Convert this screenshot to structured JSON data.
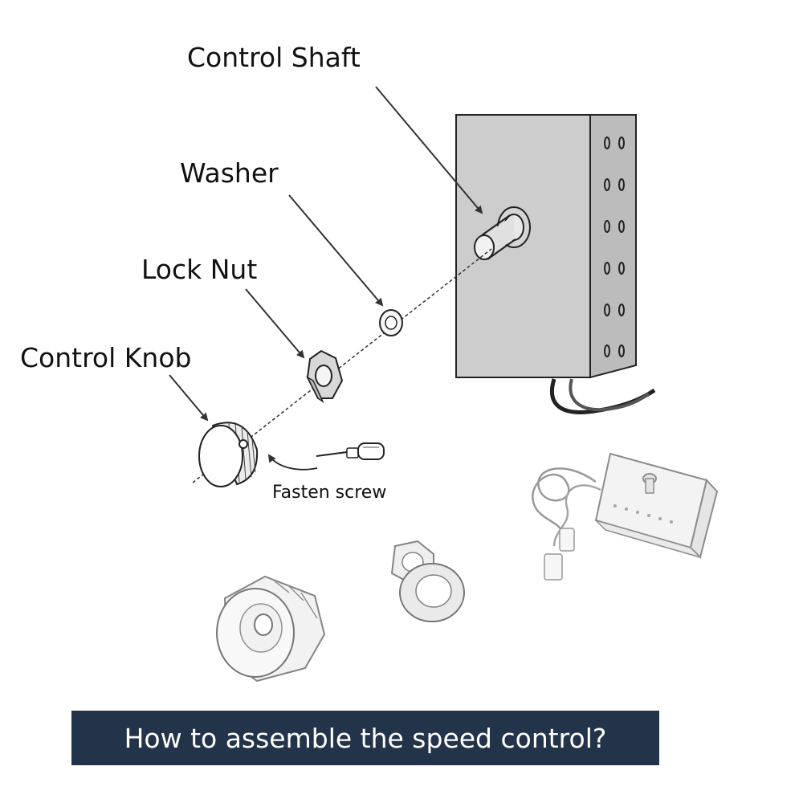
{
  "labels": {
    "control_shaft": "Control Shaft",
    "washer": "Washer",
    "lock_nut": "Lock Nut",
    "control_knob": "Control Knob",
    "fasten_screw": "Fasten screw"
  },
  "title": "How to assemble the speed control?",
  "colors": {
    "title_bar": "#23334a",
    "title_text": "#ffffff",
    "box_fill": "#cfcfcf",
    "line": "#333333"
  },
  "icons": [
    "control-box",
    "control-shaft",
    "washer",
    "lock-nut",
    "control-knob",
    "screwdriver",
    "curved-arrow",
    "wired-speed-controller",
    "knob-photo",
    "nut-washer-photo"
  ]
}
